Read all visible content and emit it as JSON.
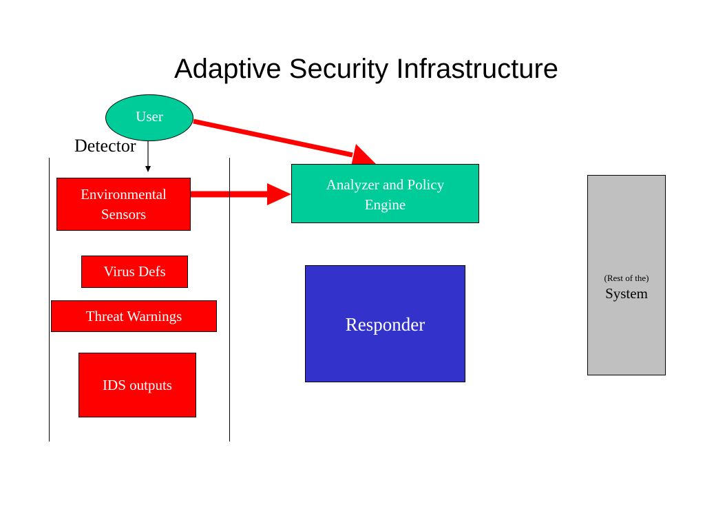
{
  "title": "Adaptive Security Infrastructure",
  "user": {
    "label": "User"
  },
  "detector": {
    "label": "Detector",
    "items": [
      {
        "label": "Environmental Sensors"
      },
      {
        "label": "Virus Defs"
      },
      {
        "label": "Threat Warnings"
      },
      {
        "label": "IDS outputs"
      }
    ]
  },
  "analyzer": {
    "label": "Analyzer and Policy Engine"
  },
  "responder": {
    "label": "Responder"
  },
  "system": {
    "label_small": "(Rest of the)",
    "label_big": "System"
  },
  "colors": {
    "arrow": "#ff0000",
    "sensor_fill": "#ff0000",
    "user_fill": "#00cc99",
    "analyzer_fill": "#00cc99",
    "responder_fill": "#3333cc",
    "system_fill": "#c0c0c0"
  }
}
